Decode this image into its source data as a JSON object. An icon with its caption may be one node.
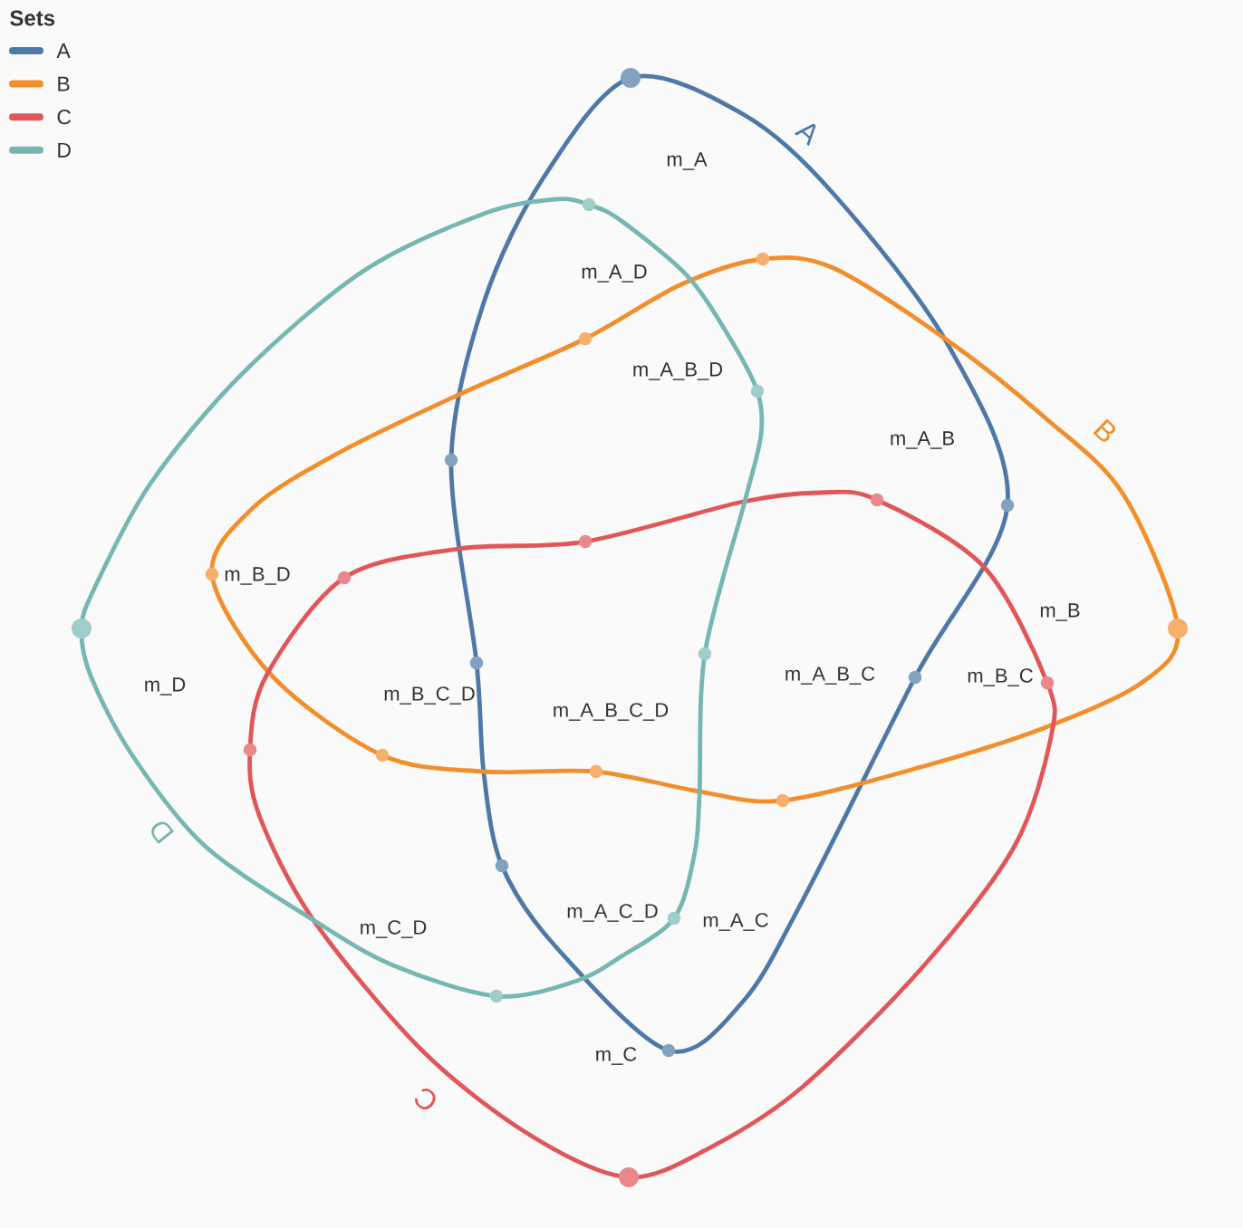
{
  "diagram": {
    "nodes": [
      {
        "text": [
          "A"
        ]
      },
      {
        "text": [
          "B"
        ]
      },
      {
        "text": [
          "C"
        ]
      },
      {
        "text": [
          "D"
        ]
      }
    ],
    "labels": [
      "Sets",
      "m_A",
      "m_A_D",
      "m_A_B_D",
      "m_A_B",
      "m_B_D",
      "m_B",
      "m_D",
      "m_B_C_D",
      "m_A_B_C_D",
      "m_A_B_C",
      "m_B_C",
      "m_C_D",
      "m_A_C_D",
      "m_A_C",
      "m_C"
    ],
    "legend": [
      {
        "text": "A"
      },
      {
        "text": "B"
      },
      {
        "text": "C"
      },
      {
        "text": "D"
      }
    ]
  }
}
